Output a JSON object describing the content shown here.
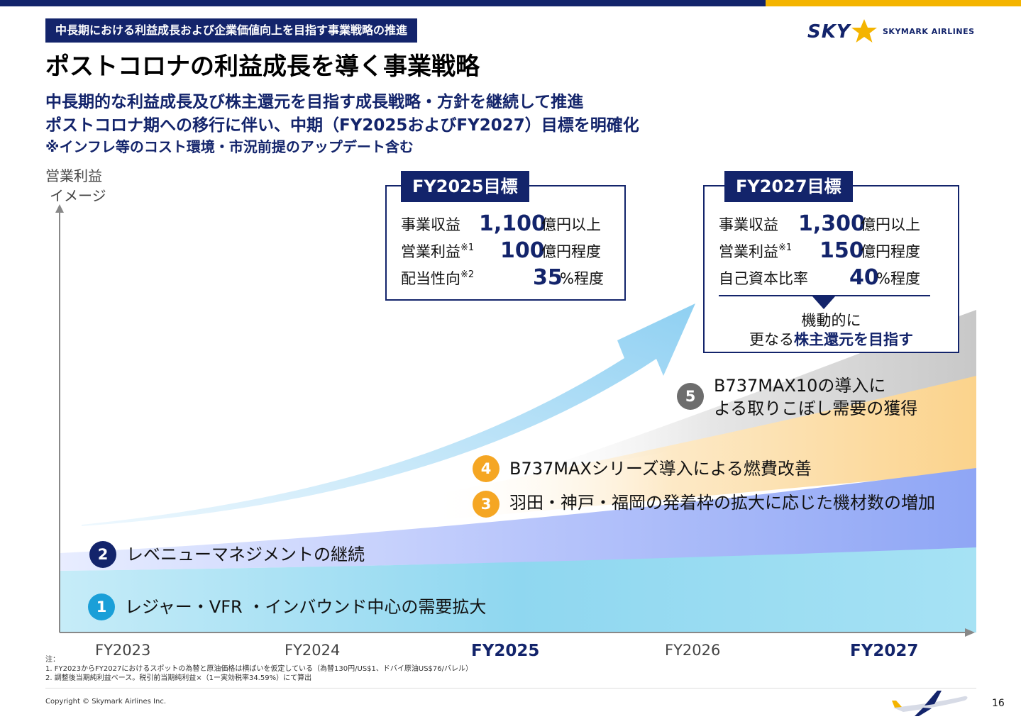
{
  "header": {
    "section_tag": "中長期における利益成長および企業価値向上を目指す事業戦略の推進",
    "logo_text": "SKY",
    "logo_name": "SKYMARK AIRLINES"
  },
  "title": "ポストコロナの利益成長を導く事業戦略",
  "subtitles": [
    "中長期的な利益成長及び株主還元を目指す成長戦略・方針を継続して推進",
    "ポストコロナ期への移行に伴い、中期（FY2025およびFY2027）目標を明確化",
    "※インフレ等のコスト環境・市況前提のアップデート含む"
  ],
  "y_axis_label": [
    "営業利益",
    "イメージ"
  ],
  "x_ticks": [
    {
      "label": "FY2023",
      "highlight": false
    },
    {
      "label": "FY2024",
      "highlight": false
    },
    {
      "label": "FY2025",
      "highlight": true
    },
    {
      "label": "FY2026",
      "highlight": false
    },
    {
      "label": "FY2027",
      "highlight": true
    }
  ],
  "targets": {
    "fy2025": {
      "heading": "FY2025目標",
      "rows": [
        {
          "label": "事業収益",
          "note": "",
          "value": "1,100",
          "unit": "億円以上"
        },
        {
          "label": "営業利益",
          "note": "※1",
          "value": "100",
          "unit": "億円程度"
        },
        {
          "label": "配当性向",
          "note": "※2",
          "value": "35",
          "unit": "%程度"
        }
      ]
    },
    "fy2027": {
      "heading": "FY2027目標",
      "rows": [
        {
          "label": "事業収益",
          "note": "",
          "value": "1,300",
          "unit": "億円以上"
        },
        {
          "label": "営業利益",
          "note": "※1",
          "value": "150",
          "unit": "億円程度"
        },
        {
          "label": "自己資本比率",
          "note": "",
          "value": "40",
          "unit": "%程度"
        }
      ],
      "return_line1": "機動的に",
      "return_line2_pre": "更なる",
      "return_line2_em": "株主還元を目指す"
    }
  },
  "strategies": [
    {
      "num": "1",
      "text": "レジャー・VFR ・インバウンド中心の需要拡大",
      "color": "#1a9fd8"
    },
    {
      "num": "2",
      "text": "レベニューマネジメントの継続",
      "color": "#13246b"
    },
    {
      "num": "3",
      "text": "羽田・神戸・福岡の発着枠の拡大に応じた機材数の増加",
      "color": "#f5a623"
    },
    {
      "num": "4",
      "text": "B737MAXシリーズ導入による燃費改善",
      "color": "#f5a623"
    },
    {
      "num": "5",
      "text": "B737MAX10の導入に",
      "text2": "よる取りこぼし需要の獲得",
      "color": "#6d6d6d"
    }
  ],
  "notes": {
    "header": "注：",
    "n1": "1.  FY2023からFY2027におけるスポットの為替と原油価格は横ばいを仮定している（為替130円/US$1、ドバイ原油US$76/バレル）",
    "n2": "2.  調整後当期純利益ベース。税引前当期純利益×（1ー実効税率34.59%）にて算出"
  },
  "copyright": "Copyright © Skymark Airlines Inc.",
  "page_number": "16",
  "colors": {
    "navy": "#13246b",
    "gold": "#f4b400",
    "orange": "#f5a623",
    "sky": "#1a9fd8"
  }
}
